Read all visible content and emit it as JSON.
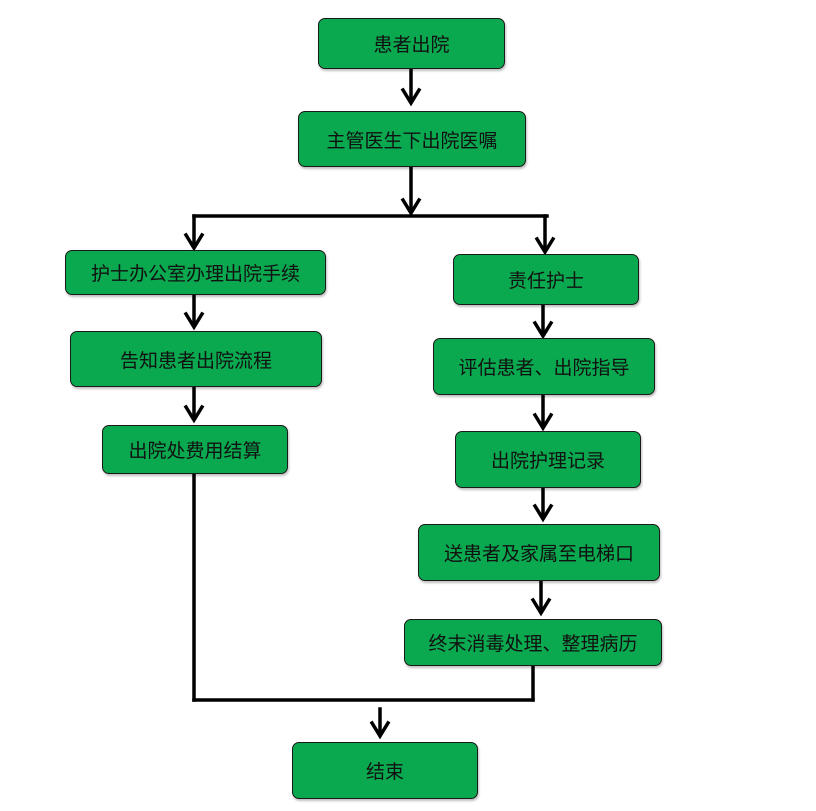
{
  "diagram": {
    "nodes": {
      "discharge": "患者出院",
      "order": "主管医生下出院医嘱",
      "office": "护士办公室办理出院手续",
      "inform": "告知患者出院流程",
      "billing": "出院处费用结算",
      "nurse": "责任护士",
      "assess": "评估患者、出院指导",
      "record": "出院护理记录",
      "escort": "送患者及家属至电梯口",
      "disinfect": "终末消毒处理、整理病历",
      "end": "结束"
    },
    "edges": [
      [
        "discharge",
        "order"
      ],
      [
        "order",
        "office"
      ],
      [
        "order",
        "nurse"
      ],
      [
        "office",
        "inform"
      ],
      [
        "inform",
        "billing"
      ],
      [
        "nurse",
        "assess"
      ],
      [
        "assess",
        "record"
      ],
      [
        "record",
        "escort"
      ],
      [
        "escort",
        "disinfect"
      ],
      [
        "billing",
        "end"
      ],
      [
        "disinfect",
        "end"
      ]
    ],
    "colors": {
      "node_fill": "#0aa84f",
      "node_border": "#1a1a1a",
      "connector": "#000000"
    }
  }
}
